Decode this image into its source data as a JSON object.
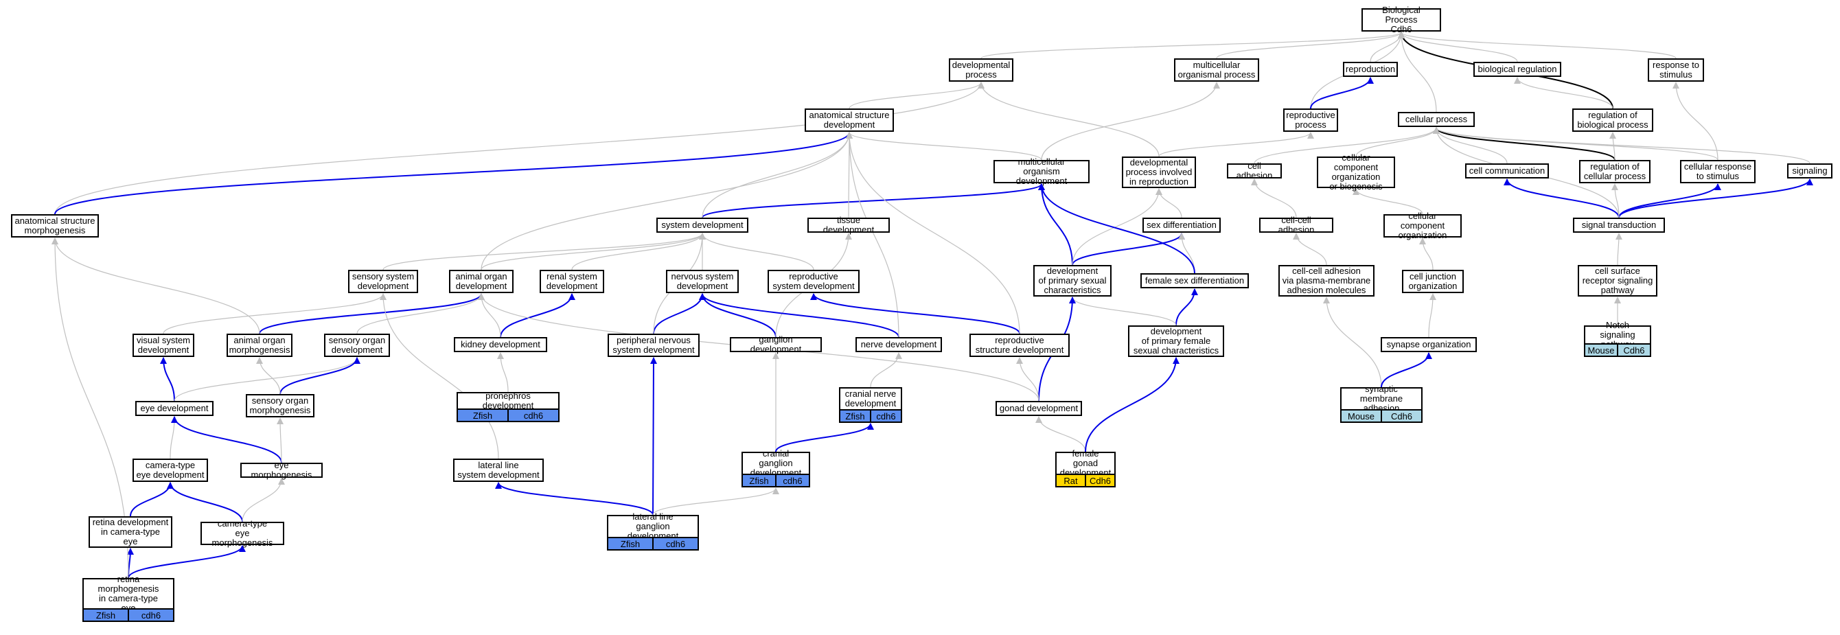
{
  "graph": {
    "nodes": [
      {
        "id": "bp",
        "label": "Biological Process\nCdh6"
      },
      {
        "id": "devproc",
        "label": "developmental\nprocess"
      },
      {
        "id": "multiorg",
        "label": "multicellular\norganismal process"
      },
      {
        "id": "reproduction",
        "label": "reproduction"
      },
      {
        "id": "bioreg",
        "label": "biological regulation"
      },
      {
        "id": "respstim",
        "label": "response to\nstimulus"
      },
      {
        "id": "asd",
        "label": "anatomical structure\ndevelopment"
      },
      {
        "id": "reproproc",
        "label": "reproductive\nprocess"
      },
      {
        "id": "cellproc",
        "label": "cellular process"
      },
      {
        "id": "regbio",
        "label": "regulation of\nbiological process"
      },
      {
        "id": "mcod",
        "label": "multicellular\norganism development"
      },
      {
        "id": "dpir",
        "label": "developmental\nprocess involved\nin reproduction"
      },
      {
        "id": "celladh",
        "label": "cell adhesion"
      },
      {
        "id": "ccob",
        "label": "cellular component\norganization\nor biogenesis"
      },
      {
        "id": "cellcomm",
        "label": "cell communication"
      },
      {
        "id": "regcell",
        "label": "regulation of\ncellular process"
      },
      {
        "id": "cellresp",
        "label": "cellular response\nto stimulus"
      },
      {
        "id": "signaling",
        "label": "signaling"
      },
      {
        "id": "asm",
        "label": "anatomical structure\nmorphogenesis"
      },
      {
        "id": "sysdev",
        "label": "system development"
      },
      {
        "id": "tissuedev",
        "label": "tissue development"
      },
      {
        "id": "sexdiff",
        "label": "sex differentiation"
      },
      {
        "id": "ccadh",
        "label": "cell-cell adhesion"
      },
      {
        "id": "cco",
        "label": "cellular component\norganization"
      },
      {
        "id": "sigtrans",
        "label": "signal transduction"
      },
      {
        "id": "sensysdev",
        "label": "sensory system\ndevelopment"
      },
      {
        "id": "aod",
        "label": "animal organ\ndevelopment"
      },
      {
        "id": "renal",
        "label": "renal system\ndevelopment"
      },
      {
        "id": "nsd",
        "label": "nervous system\ndevelopment"
      },
      {
        "id": "rsd",
        "label": "reproductive\nsystem development"
      },
      {
        "id": "dpsc",
        "label": "development\nof primary sexual\ncharacteristics"
      },
      {
        "id": "fsd",
        "label": "female sex differentiation"
      },
      {
        "id": "ccapm",
        "label": "cell-cell adhesion\nvia plasma-membrane\nadhesion molecules"
      },
      {
        "id": "cjo",
        "label": "cell junction\norganization"
      },
      {
        "id": "csrsp",
        "label": "cell surface\nreceptor signaling\npathway"
      },
      {
        "id": "vsd",
        "label": "visual system\ndevelopment"
      },
      {
        "id": "aom",
        "label": "animal organ\nmorphogenesis"
      },
      {
        "id": "sod",
        "label": "sensory organ\ndevelopment"
      },
      {
        "id": "kidney",
        "label": "kidney development"
      },
      {
        "id": "pnsd",
        "label": "peripheral nervous\nsystem development"
      },
      {
        "id": "gangdev",
        "label": "ganglion development"
      },
      {
        "id": "nervedev",
        "label": "nerve development"
      },
      {
        "id": "rstd",
        "label": "reproductive\nstructure development"
      },
      {
        "id": "dpfsc",
        "label": "development\nof primary female\nsexual characteristics"
      },
      {
        "id": "synorg",
        "label": "synapse organization"
      },
      {
        "id": "notch",
        "label": "Notch signaling\npathway"
      },
      {
        "id": "eyedev",
        "label": "eye development"
      },
      {
        "id": "som",
        "label": "sensory organ\nmorphogenesis"
      },
      {
        "id": "pronephros",
        "label": "pronephros development"
      },
      {
        "id": "cnd",
        "label": "cranial nerve\ndevelopment"
      },
      {
        "id": "gonad",
        "label": "gonad development"
      },
      {
        "id": "sma",
        "label": "synaptic membrane\nadhesion"
      },
      {
        "id": "cted",
        "label": "camera-type\neye development"
      },
      {
        "id": "eyemorph",
        "label": "eye morphogenesis"
      },
      {
        "id": "llsd",
        "label": "lateral line\nsystem development"
      },
      {
        "id": "cgd",
        "label": "cranial ganglion\ndevelopment"
      },
      {
        "id": "fgd",
        "label": "female gonad\ndevelopment"
      },
      {
        "id": "rdcte",
        "label": "retina development\nin camera-type\neye"
      },
      {
        "id": "ctem",
        "label": "camera-type\neye morphogenesis"
      },
      {
        "id": "llgd",
        "label": "lateral line\nganglion development"
      },
      {
        "id": "rmcte",
        "label": "retina morphogenesis\nin camera-type\neye"
      }
    ],
    "annotations": [
      {
        "node": "notch",
        "species": "Mouse",
        "gene": "Cdh6",
        "color": "#add8e6"
      },
      {
        "node": "sma",
        "species": "Mouse",
        "gene": "Cdh6",
        "color": "#add8e6"
      },
      {
        "node": "pronephros",
        "species": "Zfish",
        "gene": "cdh6",
        "color": "#5b8def"
      },
      {
        "node": "cnd",
        "species": "Zfish",
        "gene": "cdh6",
        "color": "#5b8def"
      },
      {
        "node": "cgd",
        "species": "Zfish",
        "gene": "cdh6",
        "color": "#5b8def"
      },
      {
        "node": "llgd",
        "species": "Zfish",
        "gene": "cdh6",
        "color": "#5b8def"
      },
      {
        "node": "rmcte",
        "species": "Zfish",
        "gene": "cdh6",
        "color": "#5b8def"
      },
      {
        "node": "fgd",
        "species": "Rat",
        "gene": "Cdh6",
        "color": "#ffd700"
      }
    ],
    "edge_colors": {
      "is_a": "#c0c0c0",
      "part_of": "#0000e6",
      "regulates": "#000000"
    },
    "edges": [
      [
        "devproc",
        "bp",
        "is_a"
      ],
      [
        "multiorg",
        "bp",
        "is_a"
      ],
      [
        "reproduction",
        "bp",
        "is_a"
      ],
      [
        "bioreg",
        "bp",
        "is_a"
      ],
      [
        "respstim",
        "bp",
        "is_a"
      ],
      [
        "regbio",
        "bp",
        "regulates"
      ],
      [
        "reproproc",
        "bp",
        "is_a"
      ],
      [
        "cellproc",
        "bp",
        "is_a"
      ],
      [
        "asd",
        "devproc",
        "is_a"
      ],
      [
        "reproproc",
        "reproduction",
        "part_of"
      ],
      [
        "regbio",
        "bioreg",
        "is_a"
      ],
      [
        "mcod",
        "multiorg",
        "is_a"
      ],
      [
        "mcod",
        "asd",
        "is_a"
      ],
      [
        "dpir",
        "devproc",
        "is_a"
      ],
      [
        "dpir",
        "reproproc",
        "is_a"
      ],
      [
        "celladh",
        "cellproc",
        "is_a"
      ],
      [
        "ccob",
        "cellproc",
        "is_a"
      ],
      [
        "cellcomm",
        "cellproc",
        "is_a"
      ],
      [
        "regcell",
        "cellproc",
        "regulates"
      ],
      [
        "regcell",
        "regbio",
        "is_a"
      ],
      [
        "cellresp",
        "cellproc",
        "is_a"
      ],
      [
        "cellresp",
        "respstim",
        "is_a"
      ],
      [
        "signaling",
        "cellproc",
        "is_a"
      ],
      [
        "asm",
        "devproc",
        "is_a"
      ],
      [
        "asm",
        "asd",
        "part_of"
      ],
      [
        "sysdev",
        "mcod",
        "part_of"
      ],
      [
        "sysdev",
        "asd",
        "is_a"
      ],
      [
        "tissuedev",
        "asd",
        "is_a"
      ],
      [
        "sexdiff",
        "dpir",
        "is_a"
      ],
      [
        "ccadh",
        "celladh",
        "is_a"
      ],
      [
        "cco",
        "ccob",
        "is_a"
      ],
      [
        "sigtrans",
        "cellcomm",
        "part_of"
      ],
      [
        "sigtrans",
        "cellresp",
        "part_of"
      ],
      [
        "sigtrans",
        "signaling",
        "part_of"
      ],
      [
        "sigtrans",
        "regcell",
        "is_a"
      ],
      [
        "sigtrans",
        "cellproc",
        "is_a"
      ],
      [
        "sensysdev",
        "sysdev",
        "is_a"
      ],
      [
        "aod",
        "asd",
        "is_a"
      ],
      [
        "aod",
        "sysdev",
        "is_a"
      ],
      [
        "renal",
        "sysdev",
        "is_a"
      ],
      [
        "nsd",
        "sysdev",
        "is_a"
      ],
      [
        "rsd",
        "sysdev",
        "is_a"
      ],
      [
        "dpsc",
        "mcod",
        "part_of"
      ],
      [
        "dpsc",
        "sexdiff",
        "part_of"
      ],
      [
        "dpsc",
        "dpir",
        "is_a"
      ],
      [
        "fsd",
        "sexdiff",
        "is_a"
      ],
      [
        "fsd",
        "mcod",
        "part_of"
      ],
      [
        "ccapm",
        "ccadh",
        "is_a"
      ],
      [
        "cjo",
        "cco",
        "is_a"
      ],
      [
        "csrsp",
        "sigtrans",
        "is_a"
      ],
      [
        "vsd",
        "sensysdev",
        "is_a"
      ],
      [
        "aom",
        "aod",
        "part_of"
      ],
      [
        "aom",
        "asm",
        "is_a"
      ],
      [
        "sod",
        "aod",
        "is_a"
      ],
      [
        "kidney",
        "renal",
        "part_of"
      ],
      [
        "kidney",
        "aod",
        "is_a"
      ],
      [
        "pnsd",
        "nsd",
        "part_of"
      ],
      [
        "pnsd",
        "sysdev",
        "is_a"
      ],
      [
        "gangdev",
        "nsd",
        "part_of"
      ],
      [
        "gangdev",
        "tissuedev",
        "is_a"
      ],
      [
        "nervedev",
        "nsd",
        "part_of"
      ],
      [
        "nervedev",
        "asd",
        "is_a"
      ],
      [
        "rstd",
        "rsd",
        "part_of"
      ],
      [
        "rstd",
        "asd",
        "is_a"
      ],
      [
        "dpfsc",
        "fsd",
        "part_of"
      ],
      [
        "dpfsc",
        "dpsc",
        "is_a"
      ],
      [
        "synorg",
        "cjo",
        "is_a"
      ],
      [
        "notch",
        "csrsp",
        "is_a"
      ],
      [
        "eyedev",
        "vsd",
        "part_of"
      ],
      [
        "eyedev",
        "sod",
        "is_a"
      ],
      [
        "som",
        "sod",
        "part_of"
      ],
      [
        "som",
        "aom",
        "is_a"
      ],
      [
        "pronephros",
        "kidney",
        "is_a"
      ],
      [
        "cnd",
        "nervedev",
        "is_a"
      ],
      [
        "gonad",
        "dpsc",
        "part_of"
      ],
      [
        "gonad",
        "rstd",
        "is_a"
      ],
      [
        "gonad",
        "aod",
        "is_a"
      ],
      [
        "sma",
        "ccapm",
        "is_a"
      ],
      [
        "sma",
        "synorg",
        "part_of"
      ],
      [
        "cted",
        "eyedev",
        "is_a"
      ],
      [
        "eyemorph",
        "eyedev",
        "part_of"
      ],
      [
        "eyemorph",
        "som",
        "is_a"
      ],
      [
        "llsd",
        "sensysdev",
        "is_a"
      ],
      [
        "cgd",
        "gangdev",
        "is_a"
      ],
      [
        "cgd",
        "cnd",
        "part_of"
      ],
      [
        "fgd",
        "gonad",
        "is_a"
      ],
      [
        "fgd",
        "dpfsc",
        "part_of"
      ],
      [
        "rdcte",
        "cted",
        "part_of"
      ],
      [
        "ctem",
        "cted",
        "part_of"
      ],
      [
        "ctem",
        "eyemorph",
        "is_a"
      ],
      [
        "llgd",
        "llsd",
        "part_of"
      ],
      [
        "llgd",
        "pnsd",
        "part_of"
      ],
      [
        "llgd",
        "cgd",
        "is_a"
      ],
      [
        "rmcte",
        "rdcte",
        "part_of"
      ],
      [
        "rmcte",
        "ctem",
        "part_of"
      ],
      [
        "rmcte",
        "asm",
        "is_a"
      ]
    ]
  }
}
